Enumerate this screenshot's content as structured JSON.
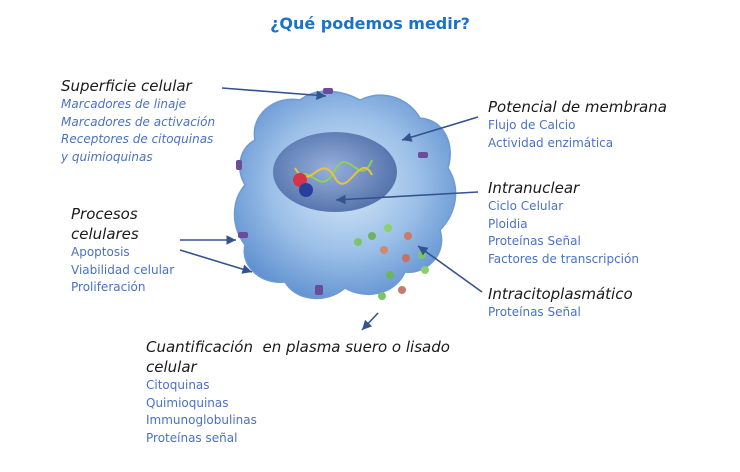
{
  "title": "¿Qué podemos medir?",
  "colors": {
    "title": "#1a73c9",
    "heading": "#1a1a1a",
    "item": "#4a72c4",
    "arrow": "#35538f",
    "cell": "#7ea9dc",
    "nucleus": "#4f6fa8"
  },
  "groups": {
    "superficie": {
      "heading": "Superficie celular",
      "items": [
        "Marcadores de linaje",
        "Marcadores de activación",
        "Receptores de citoquinas",
        "y quimioquinas"
      ]
    },
    "procesos": {
      "heading_line1": "Procesos",
      "heading_line2": "celulares",
      "items": [
        "Apoptosis",
        "Viabilidad celular",
        "Proliferación"
      ]
    },
    "potencial": {
      "heading": "Potencial de membrana",
      "items": [
        "Flujo de Calcio",
        "Actividad enzimática"
      ]
    },
    "intranuclear": {
      "heading": "Intranuclear",
      "items": [
        "Ciclo Celular",
        "Ploidia",
        "Proteínas Señal",
        "Factores de transcripción"
      ]
    },
    "intracito": {
      "heading": "Intracitoplasmático",
      "items": [
        "Proteínas Señal"
      ]
    },
    "cuantificacion": {
      "heading_line1": "Cuantificación  en plasma suero o lisado",
      "heading_line2": "celular",
      "items": [
        "Citoquinas",
        "Quimioquinas",
        "Immunoglobulinas",
        "Proteínas señal"
      ]
    }
  }
}
